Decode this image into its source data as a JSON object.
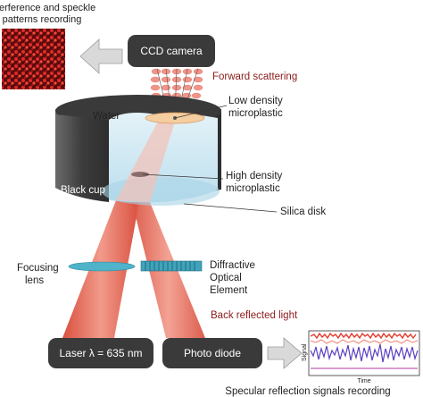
{
  "labels": {
    "interference_line1": "Interference and speckle",
    "interference_line2": "patterns recording",
    "ccd_camera": "CCD camera",
    "forward_scattering": "Forward scattering",
    "low_density_line1": "Low density",
    "low_density_line2": "microplastic",
    "water": "Water",
    "black_cup": "Black cup",
    "high_density_line1": "High density",
    "high_density_line2": "microplastic",
    "silica_disk": "Silica disk",
    "focusing_line1": "Focusing",
    "focusing_line2": "lens",
    "doe_line1": "Diffractive",
    "doe_line2": "Optical",
    "doe_line3": "Element",
    "back_reflected": "Back reflected light",
    "laser": "Laser λ = 635 nm",
    "photo_diode": "Photo diode",
    "signal_axis": "Signal",
    "time_axis": "Time",
    "specular_caption": "Specular reflection signals recording"
  },
  "colors": {
    "beam": "#e8685a",
    "beam_highlight": "#f6b2a6",
    "label_red": "#8b1a1a",
    "box_fill": "#3a3a3a",
    "cup_dark": "#4a4a4a",
    "water": "#cfe7f2",
    "lens": "#4fb3c9",
    "arrow_grey": "#d6d6d6"
  }
}
